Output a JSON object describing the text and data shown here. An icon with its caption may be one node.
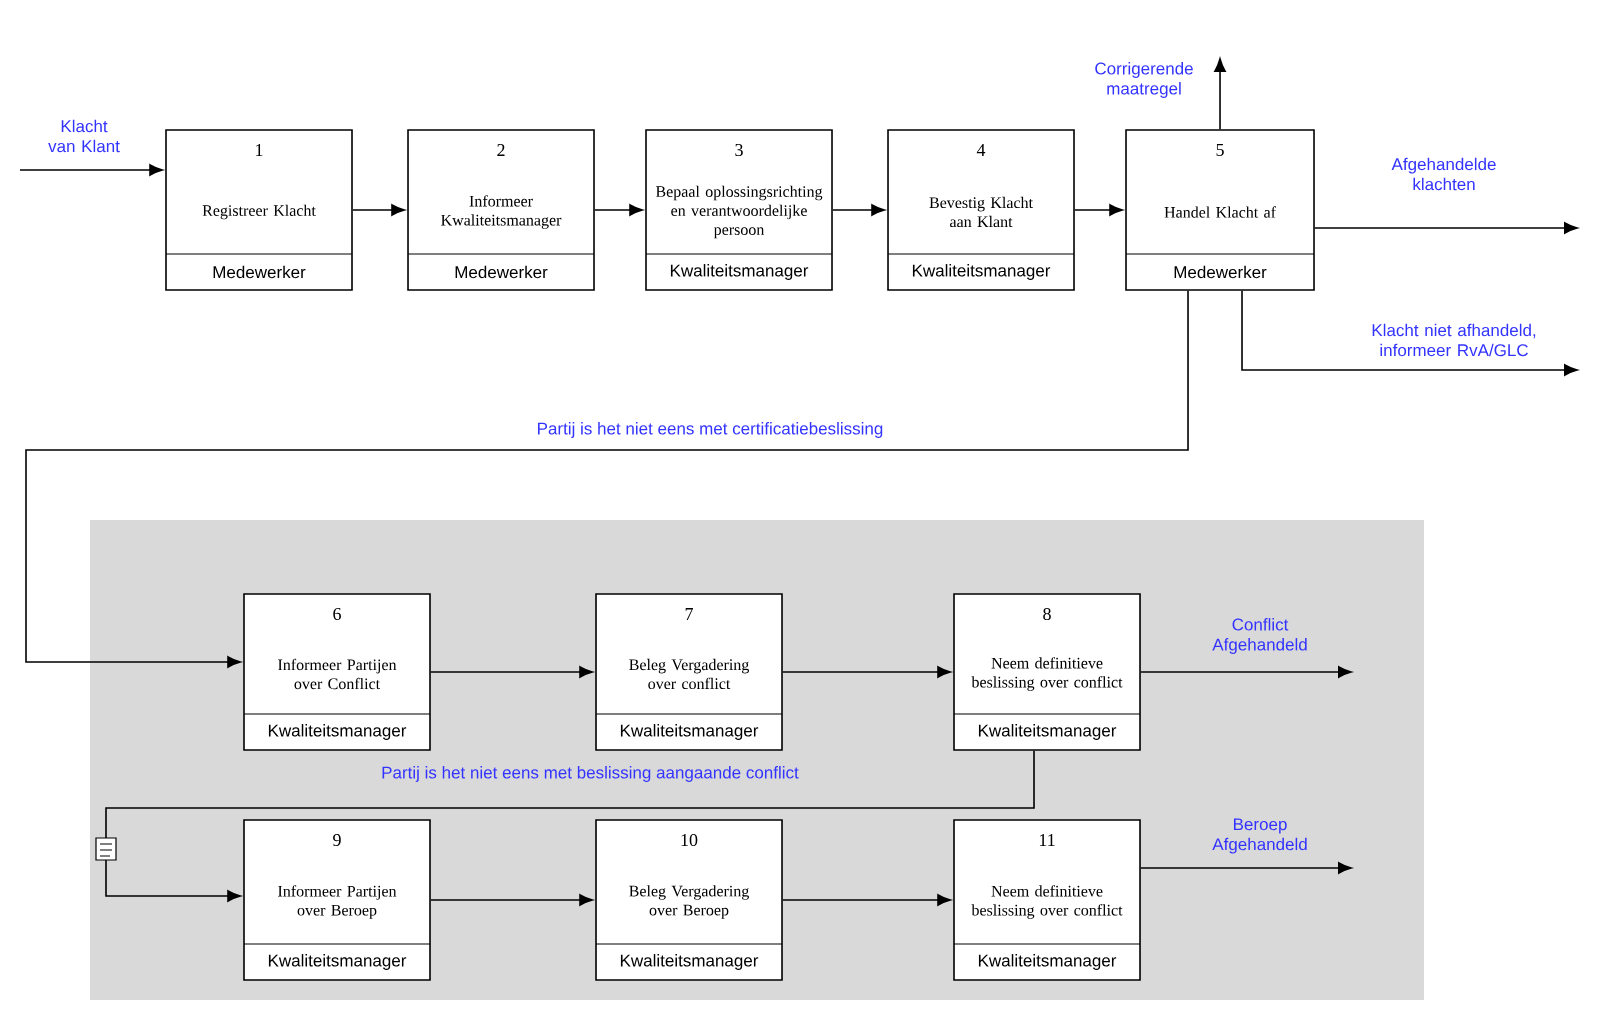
{
  "diagram": {
    "nodes": [
      {
        "text": [
          "1",
          "Registreer Klacht",
          "Medewerker"
        ]
      },
      {
        "text": [
          "2",
          "Informeer Kwaliteitsmanager",
          "Medewerker"
        ]
      },
      {
        "text": [
          "3",
          "Bepaal oplossingsrichting en verantwoordelijke persoon",
          "Kwaliteitsmanager"
        ]
      },
      {
        "text": [
          "4",
          "Bevestig Klacht aan Klant",
          "Kwaliteitsmanager"
        ]
      },
      {
        "text": [
          "5",
          "Handel Klacht af",
          "Medewerker"
        ]
      },
      {
        "text": [],
        "shape": "box"
      },
      {
        "text": [
          "6",
          "Informeer Partijen over Conflict",
          "Kwaliteitsmanager"
        ],
        "in": 5
      },
      {
        "text": [
          "7",
          "Beleg Vergadering over conflict",
          "Kwaliteitsmanager"
        ],
        "in": 5
      },
      {
        "text": [
          "8",
          "Neem definitieve beslissing over conflict",
          "Kwaliteitsmanager"
        ],
        "in": 5
      },
      {
        "text": [
          "9",
          "Informeer Partijen over Beroep",
          "Kwaliteitsmanager"
        ],
        "in": 5
      },
      {
        "text": [
          "10",
          "Beleg Vergadering over Beroep",
          "Kwaliteitsmanager"
        ],
        "in": 5
      },
      {
        "text": [
          "11",
          "Neem definitieve beslissing over conflict",
          "Kwaliteitsmanager"
        ],
        "in": 5
      }
    ],
    "edges": [
      {
        "from": null,
        "to": 0,
        "arrow": "to",
        "label": "Klacht van Klant"
      },
      {
        "from": 0,
        "to": 1,
        "arrow": "to"
      },
      {
        "from": 1,
        "to": 2,
        "arrow": "to"
      },
      {
        "from": 2,
        "to": 3,
        "arrow": "to"
      },
      {
        "from": 3,
        "to": 4,
        "arrow": "to"
      },
      {
        "from": 4,
        "to": null,
        "arrow": "to",
        "label": "Corrigerende maatregel"
      },
      {
        "from": 4,
        "to": null,
        "arrow": "to",
        "label": "Afgehandelde klachten"
      },
      {
        "from": 4,
        "to": null,
        "arrow": "to",
        "label": "Klacht niet afhandeld, informeer RvA/GLC"
      },
      {
        "from": 4,
        "to": 6,
        "arrow": "to",
        "label": "Partij is het niet eens met certificatiebeslissing"
      },
      {
        "from": 6,
        "to": 7,
        "arrow": "to"
      },
      {
        "from": 7,
        "to": 8,
        "arrow": "to"
      },
      {
        "from": 8,
        "to": null,
        "arrow": "to",
        "label": "Conflict Afgehandeld"
      },
      {
        "from": 8,
        "to": 9,
        "arrow": "to",
        "label": "Partij is het niet eens met beslissing aangaande conflict"
      },
      {
        "from": 9,
        "to": 10,
        "arrow": "to"
      },
      {
        "from": 10,
        "to": 11,
        "arrow": "to"
      },
      {
        "from": 11,
        "to": null,
        "arrow": "to",
        "label": "Beroep Afgehandeld"
      }
    ]
  }
}
